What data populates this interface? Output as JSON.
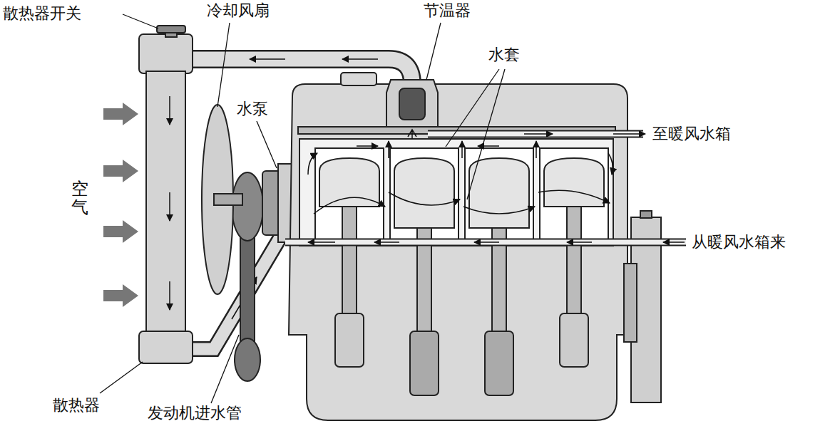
{
  "diagram": {
    "labels": [
      "散热器开关",
      "冷却风扇",
      "节温器",
      "水套",
      "水泵",
      "至暖风水箱",
      "空气",
      "从暖风水箱来",
      "散热器",
      "发动机进水管"
    ]
  }
}
